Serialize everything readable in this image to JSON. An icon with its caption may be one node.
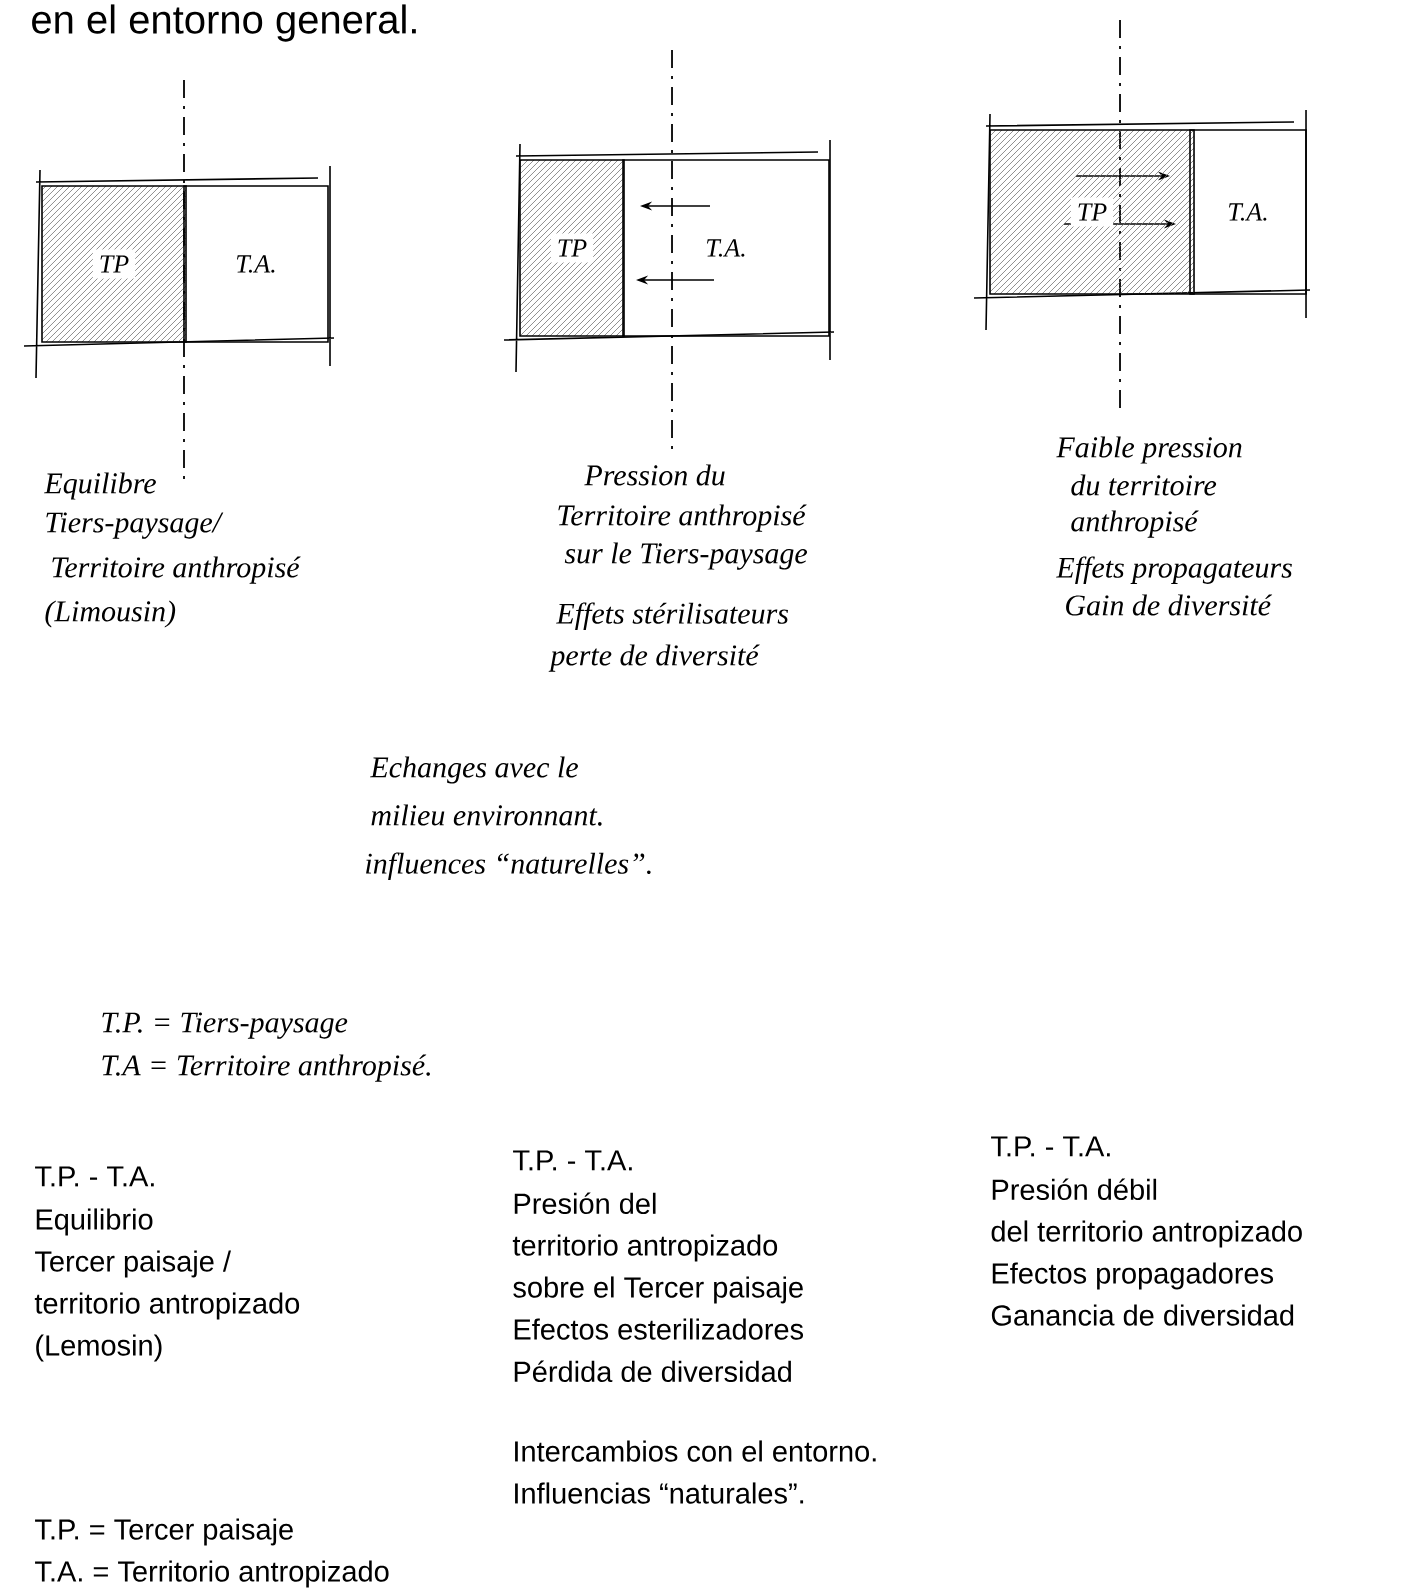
{
  "diagram": {
    "nodes": [
      {
        "text": [
          "TP"
        ]
      },
      {
        "text": [
          "T.A."
        ]
      },
      {
        "text": [
          "TP"
        ]
      },
      {
        "text": [
          "T.A."
        ]
      },
      {
        "text": [
          "TP"
        ]
      },
      {
        "text": [
          "T.A."
        ]
      }
    ],
    "labels": [
      "en el entorno general.",
      "Equilibre",
      "Tiers-paysage/",
      "Territoire anthropisé",
      "(Limousin)",
      "Pression du",
      "Territoire anthropisé",
      "sur le Tiers-paysage",
      "Effets stérilisateurs",
      "perte de diversité",
      "Faible pression",
      "du territoire",
      "anthropisé",
      "Effets propagateurs",
      "Gain de diversité",
      "Echanges avec le",
      "milieu environnant.",
      "influences “naturelles”.",
      "T.P. = Tiers-paysage",
      "T.A = Territoire anthropisé.",
      "T.P. - T.A.",
      "Equilibrio",
      "Tercer paisaje /",
      "territorio antropizado",
      "(Lemosin)",
      "T.P. - T.A.",
      "Presión del",
      "territorio antropizado",
      "sobre el Tercer paisaje",
      "Efectos esterilizadores",
      "Pérdida de diversidad",
      "T.P. - T.A.",
      "Presión débil",
      "del territorio antropizado",
      "Efectos propagadores",
      "Ganancia de diversidad",
      "Intercambios con el entorno.",
      "Influencias “naturales”.",
      "T.P. = Tercer paisaje",
      "T.A. = Territorio antropizado"
    ]
  }
}
